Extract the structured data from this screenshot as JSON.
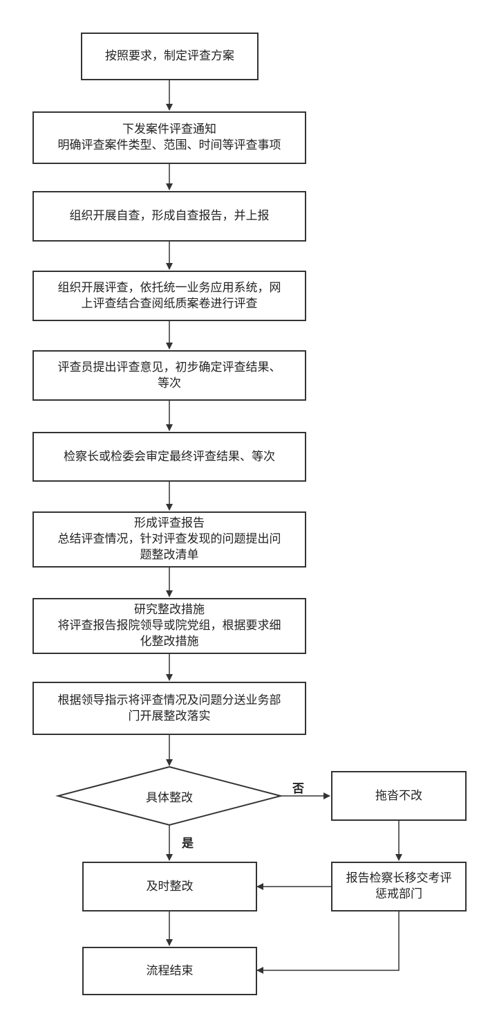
{
  "steps": {
    "s1": [
      "按照要求，制定评查方案"
    ],
    "s2": [
      "下发案件评查通知",
      "明确评查案件类型、范围、时间等评查事项"
    ],
    "s3": [
      "组织开展自查，形成自查报告，并上报"
    ],
    "s4": [
      "组织开展评查，依托统一业务应用系统，网",
      "上评查结合查阅纸质案卷进行评查"
    ],
    "s5": [
      "评查员提出评查意见，初步确定评查结果、",
      "等次"
    ],
    "s6": [
      "检察长或检委会审定最终评查结果、等次"
    ],
    "s7": [
      "形成评查报告",
      "总结评查情况，针对评查发现的问题提出问",
      "题整改清单"
    ],
    "s8": [
      "研究整改措施",
      "将评查报告报院领导或院党组，根据要求细",
      "化整改措施"
    ],
    "s9": [
      "根据领导指示将评查情况及问题分送业务部",
      "门开展整改落实"
    ],
    "decision": "具体整改",
    "refuse": [
      "拖沓不改"
    ],
    "report": [
      "报告检察长移交考评",
      "惩戒部门"
    ],
    "timely": [
      "及时整改"
    ],
    "end": [
      "流程结束"
    ]
  },
  "branch_labels": {
    "no": "否",
    "yes": "是"
  },
  "colors": {
    "stroke": "#333333",
    "text": "#222222",
    "background": "#ffffff"
  }
}
